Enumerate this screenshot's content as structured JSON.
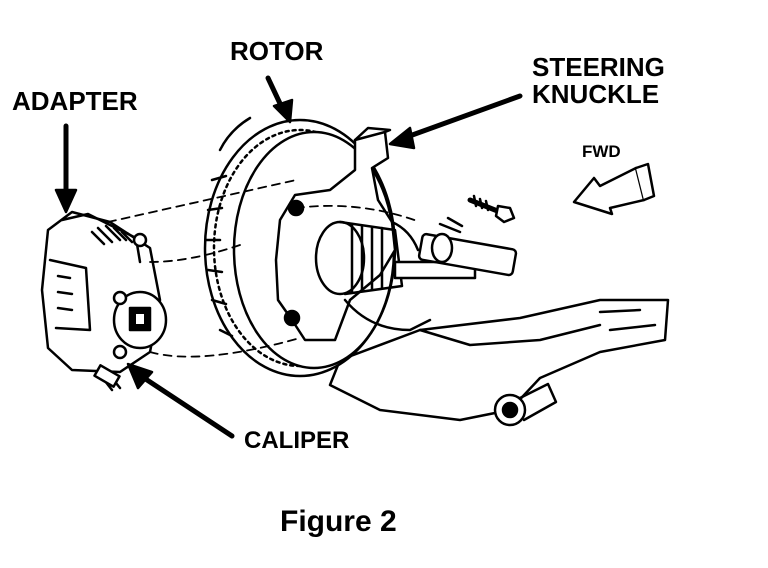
{
  "labels": {
    "rotor": "ROTOR",
    "steering_line1": "STEERING",
    "steering_line2": "KNUCKLE",
    "adapter": "ADAPTER",
    "caliper": "CALIPER",
    "forward": "FWD"
  },
  "caption": "Figure 2",
  "colors": {
    "ink": "#000000",
    "background": "#ffffff"
  }
}
